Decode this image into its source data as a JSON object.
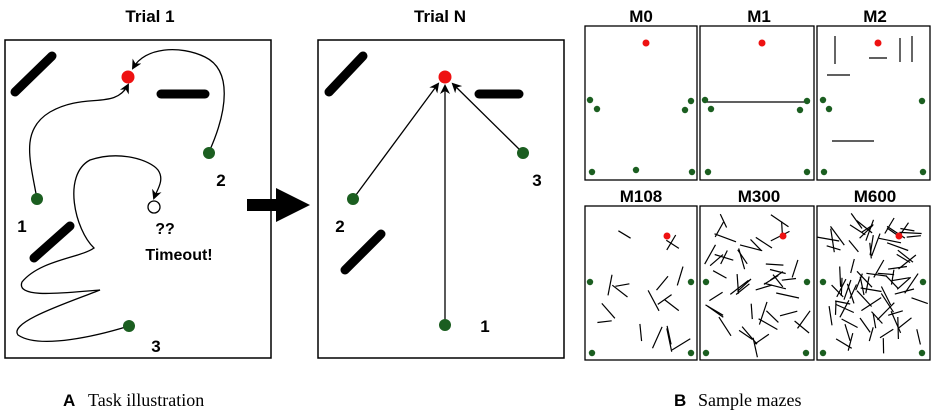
{
  "panel_a": {
    "trial1_title": "Trial 1",
    "trialn_title": "Trial N",
    "trial1_start_labels": [
      "1",
      "2",
      "3"
    ],
    "trialn_start_labels": [
      "2",
      "3",
      "1"
    ],
    "unknown_label": "??",
    "timeout_label": "Timeout!",
    "caption_letter": "A",
    "caption_text": "Task illustration"
  },
  "panel_b": {
    "maze_titles": [
      "M0",
      "M1",
      "M2",
      "M108",
      "M300",
      "M600"
    ],
    "caption_letter": "B",
    "caption_text": "Sample mazes"
  },
  "colors": {
    "goal": "#ee1111",
    "start": "#1b5e20",
    "obstacle": "#000000",
    "frame": "#000000"
  }
}
